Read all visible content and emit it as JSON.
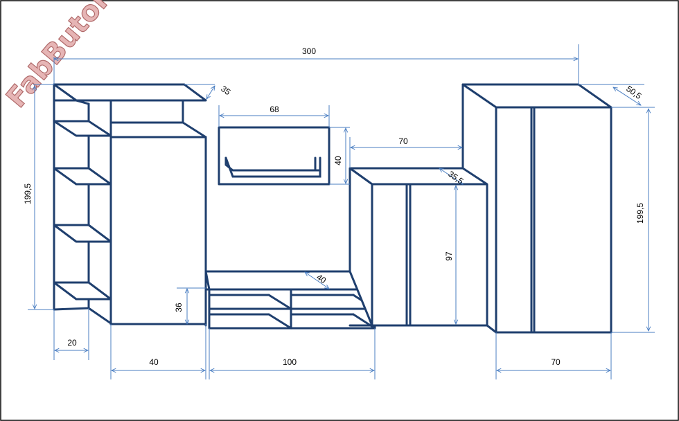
{
  "logo": {
    "text": "FabButor",
    "color": "#e6b5b5",
    "stroke": "#b06a6a"
  },
  "colors": {
    "furniture_stroke": "#1f3f6e",
    "dimension_line": "#4a7ec2",
    "background": "#ffffff"
  },
  "dimensions": {
    "overall_width": "300",
    "top_shelf_depth": "35",
    "left_height": "199,5",
    "wall_shelf_width": "68",
    "wall_shelf_height": "40",
    "gap_width": "70",
    "right_depth": "50,5",
    "right_height": "199,5",
    "mid_cabinet_depth": "35,5",
    "mid_cabinet_height": "97",
    "tv_unit_depth": "40",
    "tv_unit_height": "36",
    "shelf_width": "20",
    "column_width": "40",
    "tv_unit_width": "100",
    "wardrobe_width": "70"
  }
}
